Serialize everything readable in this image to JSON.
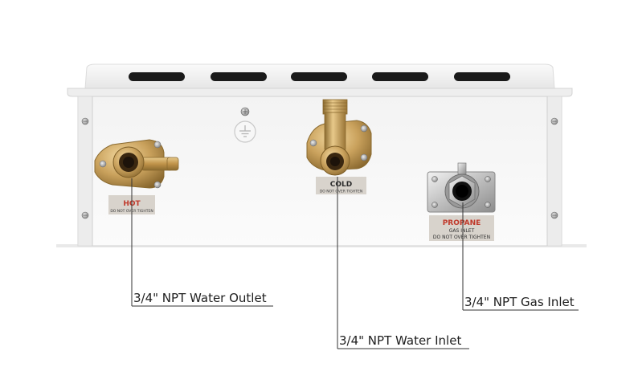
{
  "colors": {
    "housing": "#f6f6f6",
    "housing_edge": "#d9d9d9",
    "brass": "#c9a15c",
    "brass_dark": "#8a6a2f",
    "tag_bg": "#d8d3cc",
    "tag_red": "#c0392b",
    "leader": "#333333"
  },
  "labels": {
    "hot_tag": "HOT",
    "hot_sub": "DO NOT OVER TIGHTEN",
    "cold_tag": "COLD",
    "cold_sub": "DO NOT OVER TIGHTEN",
    "propane_tag": "PROPANE",
    "propane_sub1": "GAS INLET",
    "propane_sub2": "DO NOT OVER TIGHTEN"
  },
  "callouts": {
    "water_outlet": "3/4\" NPT Water Outlet",
    "water_inlet": "3/4\" NPT Water Inlet",
    "gas_inlet": "3/4\" NPT Gas Inlet"
  },
  "icons": {
    "screw": "screw-icon",
    "ground": "ground-symbol-icon"
  }
}
